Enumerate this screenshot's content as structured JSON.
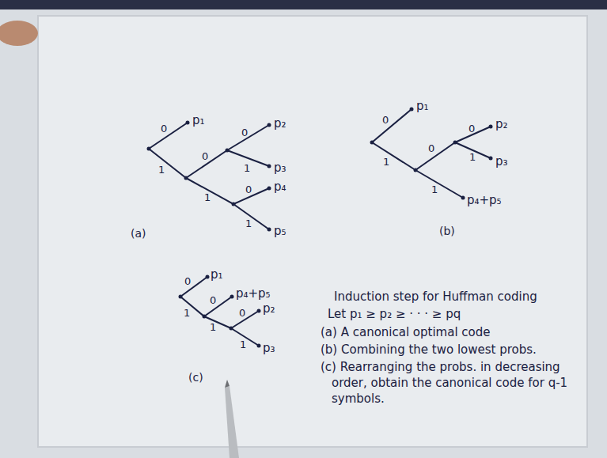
{
  "diagram": {
    "labels": [
      "0",
      "p₁",
      "1",
      "0",
      "0",
      "p₂",
      "1",
      "p₃",
      "1",
      "0",
      "p₄",
      "1",
      "p₅",
      "(a)",
      "0",
      "p₁",
      "1",
      "0",
      "0",
      "p₂",
      "1",
      "p₃",
      "1",
      "p₄+p₅",
      "(b)",
      "0",
      "p₁",
      "1",
      "0",
      "p₄+p₅",
      "1",
      "0",
      "p₂",
      "1",
      "p₃",
      "(c)",
      "Induction step for Huffman coding",
      "Let p₁ ≥ p₂ ≥ · · · ≥ pq",
      "(a) A canonical optimal code",
      "(b) Combining the two lowest probs.",
      "(c) Rearranging the probs. in decreasing order, obtain the canonical code for q-1 symbols."
    ]
  }
}
